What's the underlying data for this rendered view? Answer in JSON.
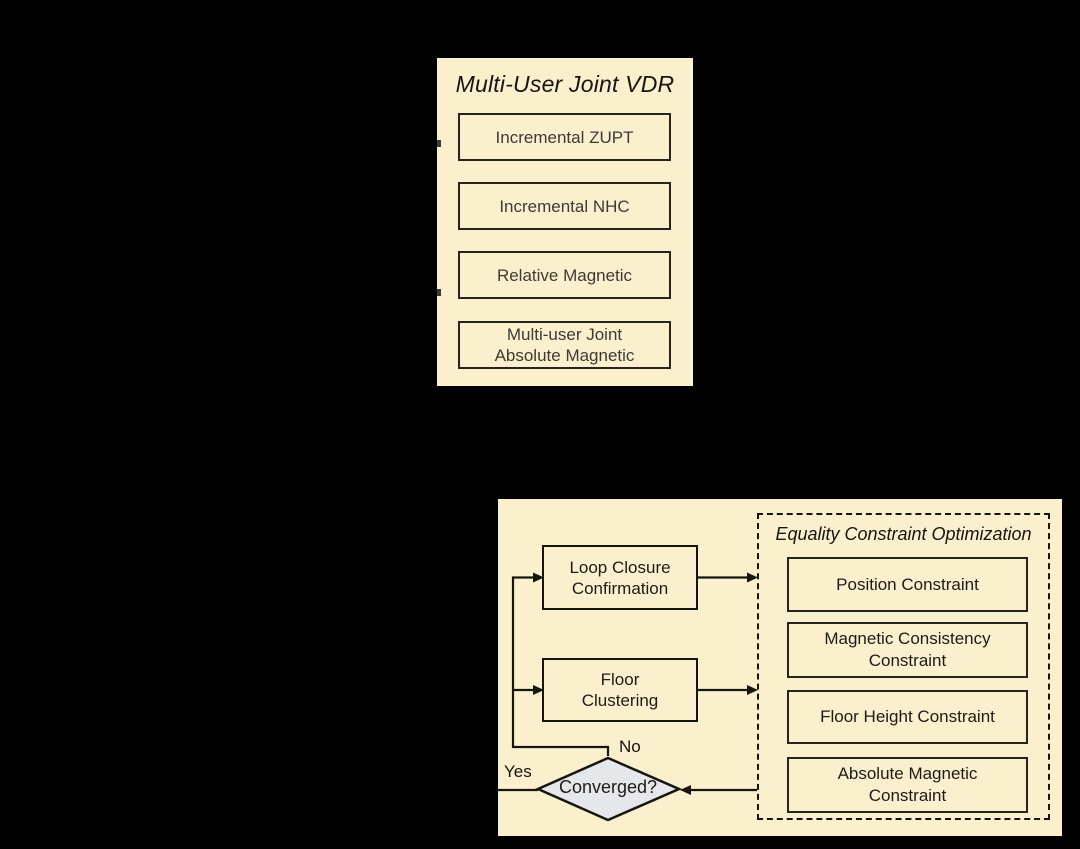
{
  "figure": {
    "background_color": "#000000",
    "panel_color": "#FBF0CE",
    "diamond_color": "#E5E7EA",
    "line_color": "#16160f"
  },
  "vdr_panel": {
    "title": "Multi-User Joint VDR",
    "boxes": [
      {
        "label": "Incremental ZUPT"
      },
      {
        "label": "Incremental NHC"
      },
      {
        "label": "Relative Magnetic"
      },
      {
        "label": "Multi-user Joint\nAbsolute Magnetic"
      }
    ]
  },
  "optimization_panel": {
    "flow": {
      "loop_closure_label": "Loop Closure\nConfirmation",
      "floor_clustering_label": "Floor\nClustering",
      "decision_label": "Converged?",
      "yes_label": "Yes",
      "no_label": "No"
    },
    "constraints": {
      "title": "Equality Constraint Optimization",
      "boxes": [
        {
          "label": "Position Constraint"
        },
        {
          "label": "Magnetic Consistency\nConstraint"
        },
        {
          "label": "Floor Height Constraint"
        },
        {
          "label": "Absolute Magnetic\nConstraint"
        }
      ]
    }
  }
}
